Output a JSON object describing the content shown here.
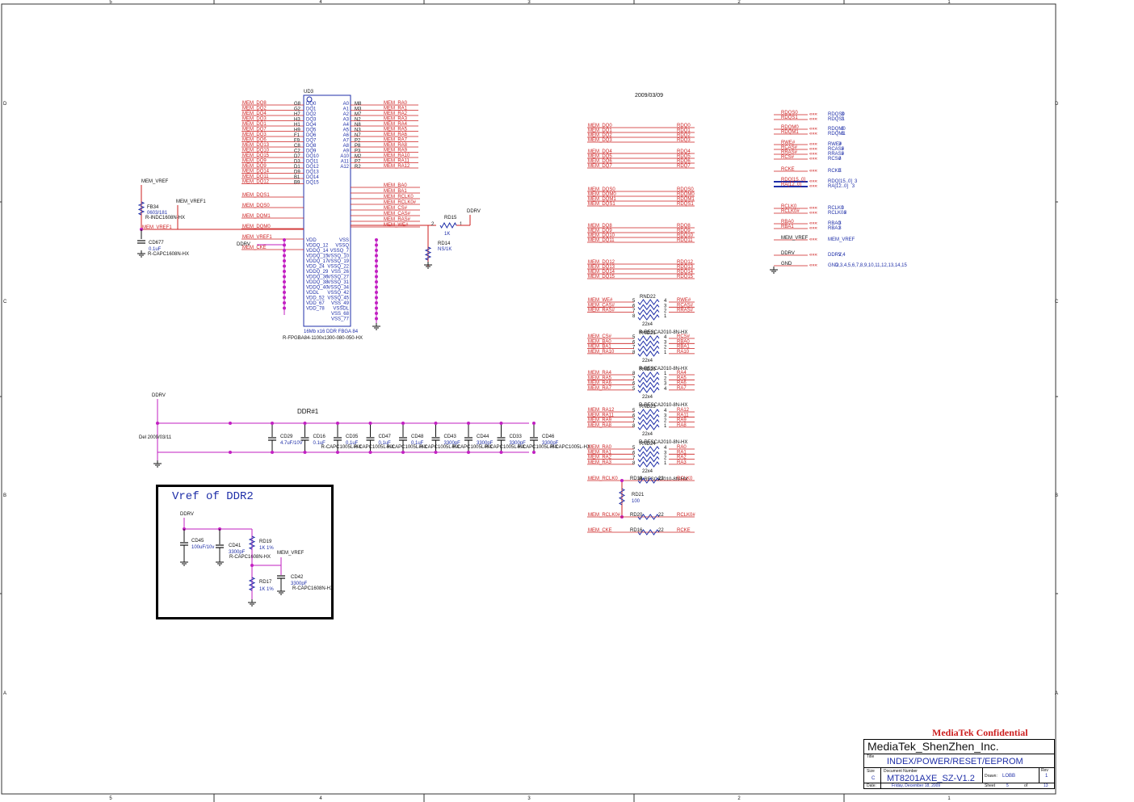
{
  "sheet": {
    "date_stamp": "2009/03/09",
    "confidential": "MediaTek Confidential",
    "border_numbers": [
      "5",
      "4",
      "3",
      "2",
      "1"
    ],
    "border_letters": [
      "D",
      "C",
      "B",
      "A"
    ]
  },
  "ic": {
    "ref": "UD3",
    "desc": "16Mb x16 DDR FBGA 84",
    "footprint": "R-FPGBA84-1100x1300-080-050-HX",
    "left_nets": [
      "MEM_DQ8",
      "MEM_DQ2",
      "MEM_DQ4",
      "MEM_DQ3",
      "MEM_DQ1",
      "MEM_DQ7",
      "MEM_DQ3",
      "MEM_DQ6",
      "MEM_DQ13",
      "MEM_DQ10",
      "MEM_DQ15",
      "MEM_DQ9",
      "MEM_DQ9",
      "MEM_DQ14",
      "MEM_DQ11",
      "MEM_DQ12"
    ],
    "left_balls": [
      "G8",
      "G2",
      "H7",
      "H3",
      "H1",
      "H9",
      "F1",
      "F9",
      "C8",
      "C2",
      "D7",
      "D3",
      "D1",
      "D9",
      "B1",
      "B9"
    ],
    "left_pins": [
      "DQ0",
      "DQ1",
      "DQ2",
      "DQ3",
      "DQ4",
      "DQ5",
      "DQ6",
      "DQ7",
      "DQ8",
      "DQ9",
      "DQ10",
      "DQ11",
      "DQ12",
      "DQ13",
      "DQ14",
      "DQ15"
    ],
    "right_nets": [
      "MEM_RA0",
      "MEM_RA1",
      "MEM_RA2",
      "MEM_RA3",
      "MEM_RA4",
      "MEM_RA5",
      "MEM_RA6",
      "MEM_RA7",
      "MEM_RA8",
      "MEM_RA9",
      "MEM_RA10",
      "MEM_RA11",
      "MEM_RA12"
    ],
    "right_balls": [
      "M8",
      "M3",
      "M7",
      "N2",
      "N8",
      "N3",
      "N7",
      "P2",
      "P8",
      "P3",
      "M2",
      "P7",
      "R2"
    ],
    "right_pins": [
      "A0",
      "A1",
      "A2",
      "A3",
      "A4",
      "A5",
      "A6",
      "A7",
      "A8",
      "A9",
      "A10",
      "A11",
      "A12"
    ],
    "ctrl_left_nets": [
      "MEM_DQS1",
      "MEM_DQS0",
      "MEM_DQM1",
      "MEM_DQM0",
      "MEM_VREF1",
      "MEM_CKE"
    ],
    "ctrl_right_nets": [
      "MEM_BA0",
      "MEM_BA1",
      "MEM_RCLK0",
      "MEM_RCLK0#",
      "MEM_CS#",
      "MEM_CAS#",
      "MEM_RAS#",
      "MEM_WE#"
    ],
    "power_pins": [
      "VDD",
      "VDDQ_12",
      "VDDQ_14",
      "VDDQ_15",
      "VDDQ_17",
      "VDD_24",
      "VDDQ_29",
      "VDDQ_36",
      "VDDQ_38",
      "VDDQ_40",
      "VDDL",
      "VDD_52",
      "VDD_67",
      "VDD_78"
    ],
    "gnd_pins": [
      "VSS",
      "VSSQ",
      "VSSQ_7",
      "VSSQ_10",
      "VSSQ_19",
      "VSSQ_22",
      "VSS_26",
      "VSSQ_27",
      "VSSQ_31",
      "VSSQ_34",
      "VSSQ_42",
      "VSSQ_45",
      "VSS_49",
      "VSSDL",
      "VSS_68",
      "VSS_77"
    ]
  },
  "vref_top": {
    "net": "MEM_VREF",
    "net1": "MEM_VREF1",
    "fb": {
      "ref": "FB34",
      "val": "0603/181",
      "fp": "R-INDC1608N-HX"
    },
    "cap": {
      "ref": "CD677",
      "val": "0.1uF",
      "fp": "R-CAPC1608N-HX"
    },
    "ddrv": "DDRV",
    "rd15": {
      "ref": "RD15",
      "val": "1K",
      "pin2": "2",
      "pin1": "1"
    },
    "rd14": {
      "ref": "RD14",
      "val": "NS/1K"
    }
  },
  "decoupling": {
    "title": "DDR#1",
    "ddrv": "DDRV",
    "note": "Del 2009/03/11",
    "caps": [
      {
        "ref": "CD29",
        "val": "4.7uF/10V",
        "fp": ""
      },
      {
        "ref": "CD16",
        "val": "0.1uF",
        "fp": "R-CAPC1005L-HX"
      },
      {
        "ref": "CD35",
        "val": "0.1uF",
        "fp": "R-CAPC1005L-HX"
      },
      {
        "ref": "CD47",
        "val": "0.1uF",
        "fp": "R-CAPC1005L-HX"
      },
      {
        "ref": "CD48",
        "val": "0.1uF",
        "fp": "R-CAPC1005L-HX"
      },
      {
        "ref": "CD43",
        "val": "3300pF",
        "fp": "R-CAPC1005L-HX"
      },
      {
        "ref": "CD44",
        "val": "3300pF",
        "fp": "R-CAPC1005L-HX"
      },
      {
        "ref": "CD33",
        "val": "3300pF",
        "fp": "R-CAPC1005L-HX"
      },
      {
        "ref": "CD46",
        "val": "3300pF",
        "fp": "R-CAPC1005L-HX"
      }
    ]
  },
  "vref_box": {
    "title": "Vref of DDR2",
    "ddrv": "DDRV",
    "vref": "MEM_VREF",
    "cd45": {
      "ref": "CD45",
      "val": "100uF/10v"
    },
    "cd41": {
      "ref": "CD41",
      "val": "3300pF",
      "fp": "R-CAPC1608N-HX"
    },
    "rd19": {
      "ref": "RD19",
      "val": "1K 1%"
    },
    "rd17": {
      "ref": "RD17",
      "val": "1K 1%"
    },
    "cd42": {
      "ref": "CD42",
      "val": "3300pF",
      "fp": "R-CAPC1608N-HX"
    }
  },
  "dq_map": {
    "groups": [
      {
        "left": [
          "MEM_DQ0",
          "MEM_DQ1",
          "MEM_DQ2",
          "MEM_DQ3"
        ],
        "right": [
          "RDQ0",
          "RDQ1",
          "RDQ2",
          "RDQ3"
        ]
      },
      {
        "left": [
          "MEM_DQ4",
          "MEM_DQ5",
          "MEM_DQ6",
          "MEM_DQ7"
        ],
        "right": [
          "RDQ4",
          "RDQ5",
          "RDQ6",
          "RDQ7"
        ]
      },
      {
        "left": [
          "MEM_DQS0",
          "MEM_DQM0",
          "MEM_DQM1",
          "MEM_DQS1"
        ],
        "right": [
          "RDQS0",
          "RDQM0",
          "RDQM1",
          "RDQS1"
        ]
      },
      {
        "left": [
          "MEM_DQ8",
          "MEM_DQ9",
          "MEM_DQ10",
          "MEM_DQ11"
        ],
        "right": [
          "RDQ8",
          "RDQ9",
          "RDQ10",
          "RDQ11"
        ]
      },
      {
        "left": [
          "MEM_DQ12",
          "MEM_DQ13",
          "MEM_DQ14",
          "MEM_DQ15"
        ],
        "right": [
          "RDQ12",
          "RDQ13",
          "RDQ14",
          "RDQ15"
        ]
      }
    ]
  },
  "rnets": [
    {
      "ref": "RND22",
      "val": "22x4",
      "fp": "R-RESCA2010-8N-HX",
      "left": [
        "MEM_WE#",
        "MEM_CAS#",
        "MEM_RAS#",
        ""
      ],
      "right": [
        "RWE#",
        "RCAS#",
        "RRAS#",
        ""
      ],
      "lp": [
        "5",
        "6",
        "7",
        "8"
      ],
      "rp": [
        "4",
        "3",
        "2",
        "1"
      ]
    },
    {
      "ref": "RND21",
      "val": "22x4",
      "fp": "R-RESCA2010-8N-HX",
      "left": [
        "MEM_CS#",
        "MEM_BA0",
        "MEM_BA1",
        "MEM_RA10"
      ],
      "right": [
        "RCS#",
        "RBA0",
        "RBA1",
        "RA10"
      ],
      "lp": [
        "5",
        "6",
        "7",
        "8"
      ],
      "rp": [
        "4",
        "3",
        "2",
        "1"
      ]
    },
    {
      "ref": "RND20",
      "val": "22x4",
      "fp": "R-RESCA2010-8N-HX",
      "left": [
        "MEM_RA4",
        "MEM_RA5",
        "MEM_RA6",
        "MEM_RA7"
      ],
      "right": [
        "RA4",
        "RA5",
        "RA6",
        "RA7"
      ],
      "lp": [
        "8",
        "7",
        "6",
        "5"
      ],
      "rp": [
        "1",
        "2",
        "3",
        "4"
      ]
    },
    {
      "ref": "RND23",
      "val": "22x4",
      "fp": "R-RESCA2010-8N-HX",
      "left": [
        "MEM_RA12",
        "MEM_RA11",
        "MEM_RA9",
        "MEM_RA8"
      ],
      "right": [
        "RA12",
        "RA11",
        "RA9",
        "RA8"
      ],
      "lp": [
        "5",
        "6",
        "7",
        "8"
      ],
      "rp": [
        "4",
        "3",
        "2",
        "1"
      ]
    },
    {
      "ref": "RND24",
      "val": "22x4",
      "fp": "R-RESCA2010-8N-HX",
      "left": [
        "MEM_RA0",
        "MEM_RA1",
        "MEM_RA2",
        "MEM_RA3"
      ],
      "right": [
        "RA0",
        "RA1",
        "RA2",
        "RA3"
      ],
      "lp": [
        "5",
        "6",
        "7",
        "8"
      ],
      "rp": [
        "4",
        "3",
        "2",
        "1"
      ]
    }
  ],
  "clock": {
    "rd18": {
      "ref": "RD18",
      "val": "22",
      "left": "MEM_RCLK0",
      "right": "RCLK0"
    },
    "rd21": {
      "ref": "RD21",
      "val": "100"
    },
    "rd20": {
      "ref": "RD20",
      "val": "22",
      "left": "MEM_RCLK0#",
      "right": "RCLK0#"
    },
    "rd16": {
      "ref": "RD16",
      "val": "22",
      "left": "MEM_CKE",
      "right": "RCKE"
    }
  },
  "offpage": [
    {
      "left": "RDQS0",
      "right": "RDQS0",
      "page": "3"
    },
    {
      "left": "RDQS1",
      "right": "RDQS1",
      "page": "3"
    },
    {
      "left": "RDQM0",
      "right": "RDQM0",
      "page": "3"
    },
    {
      "left": "RDQM1",
      "right": "RDQM1",
      "page": "3"
    },
    {
      "left": "RWE#",
      "right": "RWE#",
      "page": "3"
    },
    {
      "left": "RCAS#",
      "right": "RCAS#",
      "page": "3"
    },
    {
      "left": "RRAS#",
      "right": "RRAS#",
      "page": "3"
    },
    {
      "left": "RCS#",
      "right": "RCS#",
      "page": "3"
    },
    {
      "left": "RCKE",
      "right": "RCKE",
      "page": "3"
    },
    {
      "left": "RDQ[15..0]",
      "right": "RDQ[15..0]",
      "page": "3"
    },
    {
      "left": "RA[12..0]",
      "right": "RA[12..0]",
      "page": "3"
    },
    {
      "left": "RCLK0",
      "right": "RCLK0",
      "page": "3"
    },
    {
      "left": "RCLK0#",
      "right": "RCLK0#",
      "page": "3"
    },
    {
      "left": "RBA0",
      "right": "RBA0",
      "page": "3"
    },
    {
      "left": "RBA1",
      "right": "RBA1",
      "page": "3"
    },
    {
      "left": "MEM_VREF",
      "right": "MEM_VREF",
      "page": ""
    },
    {
      "left": "DDRV",
      "right": "DDRV",
      "page": "2,4"
    },
    {
      "left": "GND",
      "right": "GND",
      "page": "2,3,4,5,6,7,8,9,10,11,12,13,14,15"
    }
  ],
  "title_block": {
    "company": "MediaTek_ShenZhen_Inc.",
    "title_label": "Title",
    "title": "INDEX/POWER/RESET/EEPROM",
    "size_label": "Size",
    "size": "C",
    "docnum_label": "Document Number",
    "docnum": "MT8201AXE_SZ-V1.2",
    "drawn_label": "Drawn:",
    "drawn": "LOBB",
    "rev_label": "Rev",
    "rev": "1",
    "date_label": "Date:",
    "date": "Friday, December 18, 2009",
    "sheet_label": "Sheet",
    "sheet": "5",
    "of_label": "of",
    "total": "13"
  }
}
